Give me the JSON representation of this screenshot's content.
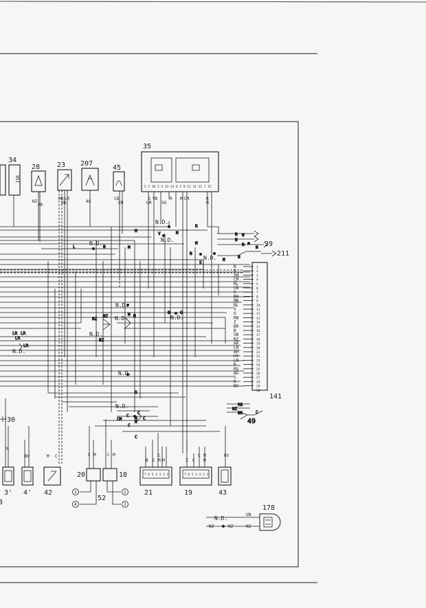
{
  "components": {
    "c34": "34",
    "c28": "28",
    "c23": "23",
    "c207": "207",
    "c45": "45",
    "c35": "35",
    "c29": "29",
    "c211": "211",
    "c141": "141",
    "c30": "30",
    "c49": "49",
    "c20": "20",
    "c18": "18",
    "c52": "52",
    "c21": "21",
    "c19": "19",
    "c43": "43",
    "c42": "42",
    "c3p": "3'",
    "c4p": "4'",
    "c178": "178",
    "c3": "3"
  },
  "component_texts": {
    "isr": "ISR"
  },
  "connector_pins": {
    "p1": "1",
    "p2": "2",
    "p3": "3",
    "p4": "4"
  },
  "relay35_pins": "5 7 10  2 3 13 14 6 5 9 12 11 12  7 15",
  "block21_pins": "7 6 5 4 3 2 1",
  "block19_pins": "7 6 5 4 3 2 1",
  "wire_codes": {
    "nz": "NZ",
    "ar": "AR",
    "mb": "MB",
    "lr": "LR",
    "bn": "BN",
    "ag": "AG",
    "cb": "CB",
    "cm": "CM",
    "c": "C",
    "um": "UM",
    "vb": "VB",
    "vg": "VG",
    "r": "R",
    "m": "M",
    "b": "B",
    "n": "N",
    "l": "L",
    "v": "V",
    "s": "S",
    "z": "Z",
    "rv": "RV",
    "bv": "BV",
    "ru": "RU",
    "hv": "HV",
    "ln": "LN",
    "bu": "BU",
    "vh": "VH",
    "rl": "RL",
    "cb2": "CB",
    "g": "G",
    "bh": "BH",
    "bl": "BL",
    "rb": "RB",
    "br": "BR",
    "vb2": "VB",
    "nz2": "NZ",
    "ah": "AH",
    "un": "UN",
    "nd": "N.D."
  },
  "nd_label": "N.D.",
  "bus_labels": [
    "N",
    "N",
    "VH",
    "CM",
    "RL",
    "CB",
    "G",
    "BH",
    "MB",
    "BL",
    "V",
    "U",
    "RB",
    "Z",
    "BR",
    "B",
    "VB",
    "NZ",
    "AR",
    "LR",
    "AH",
    "HV",
    "LN",
    "N",
    "RU",
    "AG",
    "S",
    "R",
    "BU"
  ],
  "terminal_numbers": [
    "1",
    "2",
    "3",
    "4",
    "5",
    "6",
    "7",
    "8",
    "9",
    "10",
    "11",
    "12",
    "13",
    "14",
    "15",
    "16",
    "17",
    "18",
    "19",
    "20",
    "21",
    "22",
    "23",
    "24",
    "25",
    "26",
    "27",
    "28",
    "29",
    "30"
  ],
  "colors": {
    "ink": "#1a1a1a",
    "paper": "#f6f6f4"
  }
}
